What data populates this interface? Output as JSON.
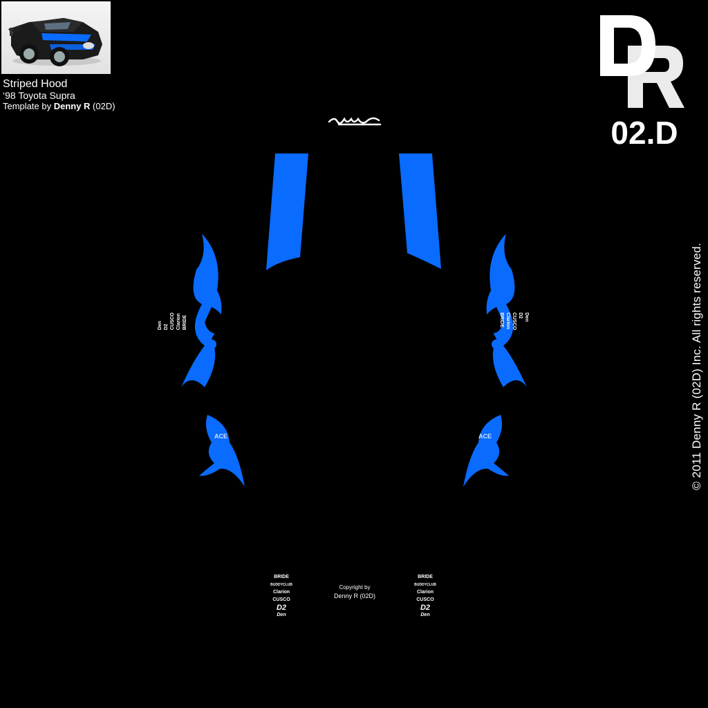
{
  "header": {
    "title": "Striped Hood",
    "car": "‘98 Toyota Supra",
    "template_prefix": "Template by ",
    "author_bold": "Denny R",
    "author_suffix": " (02D)"
  },
  "logo": {
    "line1": "DR",
    "line2": "02.D"
  },
  "vertical_copyright": "© 2011 Denny R (02D) Inc. All rights reserved.",
  "signature": "Denny",
  "center_credit": {
    "line1": "Copyright by",
    "line2": "Denny R (02D)"
  },
  "sponsors": {
    "bottom": [
      "BRIDE",
      "BUDDYCLUB",
      "Clarion",
      "CUSCO",
      "D2",
      "Den"
    ],
    "side": [
      "BRIDE",
      "Clarion",
      "CUSCO",
      "D2",
      "Den"
    ],
    "ace": "ACE"
  },
  "colors": {
    "background": "#000000",
    "accent": "#0a6bff",
    "text": "#ffffff"
  }
}
